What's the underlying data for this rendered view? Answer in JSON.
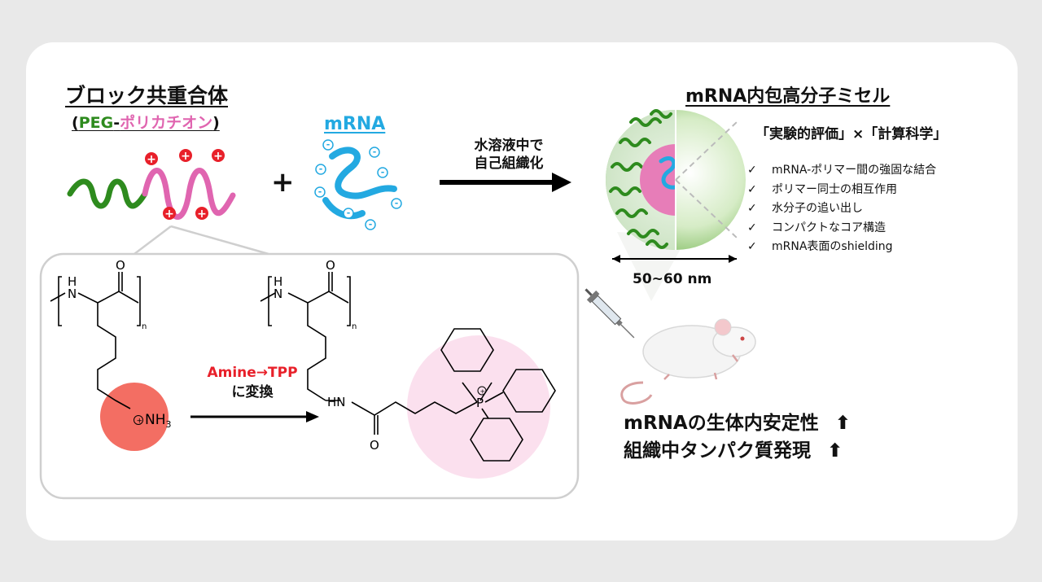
{
  "left": {
    "title": "ブロック共重合体",
    "subtitle_open": "(",
    "subtitle_peg": "PEG",
    "subtitle_dash": "-",
    "subtitle_poly": "ポリカチオン",
    "subtitle_close": ")"
  },
  "mrna_label": "mRNA",
  "plus": "+",
  "arrow_label_line1": "水溶液中で",
  "arrow_label_line2": "自己組織化",
  "right": {
    "title": "mRNA内包高分子ミセル",
    "evaluation": "「実験的評価」×「計算科学」",
    "check_mark": "✓",
    "checklist": [
      "mRNA-ポリマー間の強固な結合",
      "ポリマー同士の相互作用",
      "水分子の追い出し",
      "コンパクトなコア構造",
      "mRNA表面のshielding"
    ],
    "size": "50~60 nm"
  },
  "chemistry": {
    "conversion_top": "Amine→TPP",
    "conversion_bottom": "に変換",
    "subscript_n": "n",
    "nh3_label": "NH",
    "nh3_sub": "3",
    "n_label": "N",
    "h_label": "H",
    "o_label": "O",
    "hn_label": "HN",
    "p_label": "P"
  },
  "results": {
    "line1": "mRNAの生体内安定性",
    "line2": "組織中タンパク質発現",
    "arrow": "⬆"
  },
  "colors": {
    "peg": "#2e8b1e",
    "polycation": "#e065b0",
    "mrna": "#23a9e1",
    "charge": "#e8202a",
    "amine_circle": "#f36e63",
    "tpp_circle": "#fbe0ee",
    "micelle_shell": "#88c46a"
  }
}
